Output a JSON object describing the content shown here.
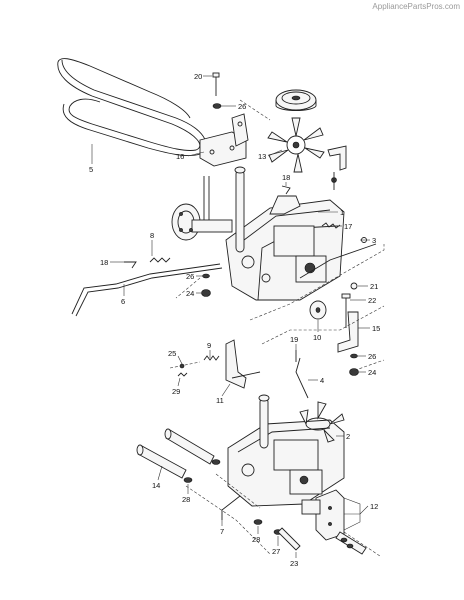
{
  "watermark": "AppliancePartsPros.com",
  "callouts": [
    {
      "id": "c20",
      "text": "20"
    },
    {
      "id": "c26a",
      "text": "26"
    },
    {
      "id": "c16",
      "text": "16"
    },
    {
      "id": "c5",
      "text": "5"
    },
    {
      "id": "c13",
      "text": "13"
    },
    {
      "id": "c18a",
      "text": "18"
    },
    {
      "id": "c1",
      "text": "1"
    },
    {
      "id": "c17",
      "text": "17"
    },
    {
      "id": "c3",
      "text": "3"
    },
    {
      "id": "c8",
      "text": "8"
    },
    {
      "id": "c18b",
      "text": "18"
    },
    {
      "id": "c6",
      "text": "6"
    },
    {
      "id": "c26b",
      "text": "26"
    },
    {
      "id": "c24a",
      "text": "24"
    },
    {
      "id": "c21",
      "text": "21"
    },
    {
      "id": "c22",
      "text": "22"
    },
    {
      "id": "c15",
      "text": "15"
    },
    {
      "id": "c10",
      "text": "10"
    },
    {
      "id": "c19",
      "text": "19"
    },
    {
      "id": "c26c",
      "text": "26"
    },
    {
      "id": "c24b",
      "text": "24"
    },
    {
      "id": "c9",
      "text": "9"
    },
    {
      "id": "c25",
      "text": "25"
    },
    {
      "id": "c29",
      "text": "29"
    },
    {
      "id": "c11",
      "text": "11"
    },
    {
      "id": "c4",
      "text": "4"
    },
    {
      "id": "c2",
      "text": "2"
    },
    {
      "id": "c14",
      "text": "14"
    },
    {
      "id": "c28a",
      "text": "28"
    },
    {
      "id": "c12",
      "text": "12"
    },
    {
      "id": "c7",
      "text": "7"
    },
    {
      "id": "c28b",
      "text": "28"
    },
    {
      "id": "c27",
      "text": "27"
    },
    {
      "id": "c23",
      "text": "23"
    }
  ]
}
